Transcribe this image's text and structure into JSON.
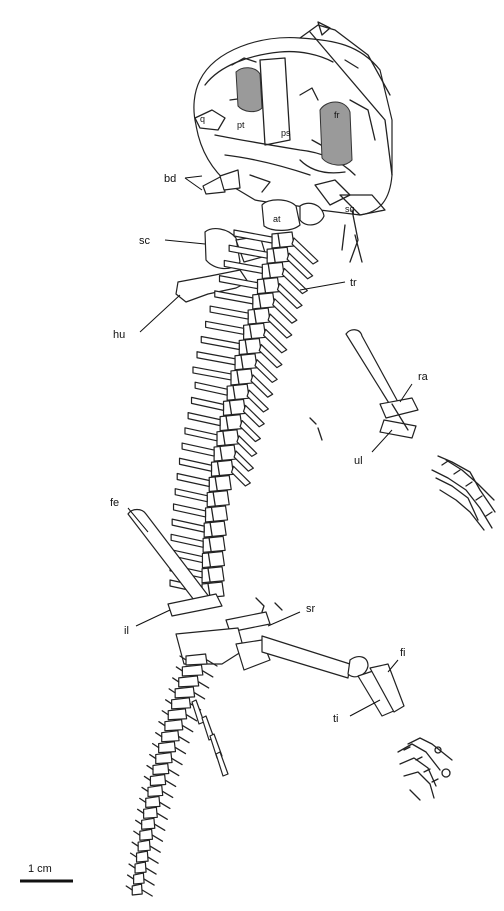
{
  "labels": {
    "bd": "bd",
    "sc": "sc",
    "hu": "hu",
    "at": "at",
    "tr": "tr",
    "ra": "ra",
    "ul": "ul",
    "fe": "fe",
    "il": "il",
    "sr": "sr",
    "ti": "ti",
    "fi": "fi",
    "pt": "pt",
    "ps": "ps",
    "q": "q",
    "sq": "sq",
    "fr": "fr"
  },
  "scale_bar": {
    "label": "1 cm"
  }
}
